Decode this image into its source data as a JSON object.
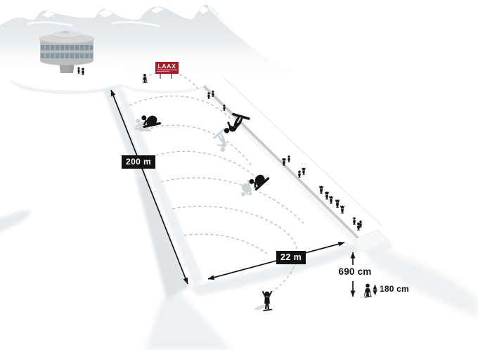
{
  "sign": {
    "brand": "LAAX"
  },
  "labels": {
    "length": "200 m",
    "width": "22 m",
    "wall_height": "690 cm",
    "person_height": "180 cm"
  },
  "colors": {
    "accent_red": "#a51e24",
    "label_bg": "#111111",
    "label_fg": "#ffffff",
    "silhouette": "#141414",
    "ghost_figure": "#cdd2d6",
    "mountain": "#dde2e7",
    "coping_stripe": "#c8c8c6",
    "trajectory_dash": "#b3b8bd",
    "building_body": "#bcbcba",
    "building_windows": "#7e96a3"
  },
  "icons": {
    "mountain-range-icon": "light gray ridge silhouette with white caps",
    "station-building-icon": "round mountain-station building",
    "laax-billboard": "red sign on two posts",
    "snowboarder-icon": "black trick silhouette",
    "ghost-rider-icon": "light gray echo silhouette",
    "spectator-icon": "small cheering/standing silhouette",
    "skier-icon": "small skier silhouette",
    "dimension-arrow": "black double-headed arrow"
  }
}
